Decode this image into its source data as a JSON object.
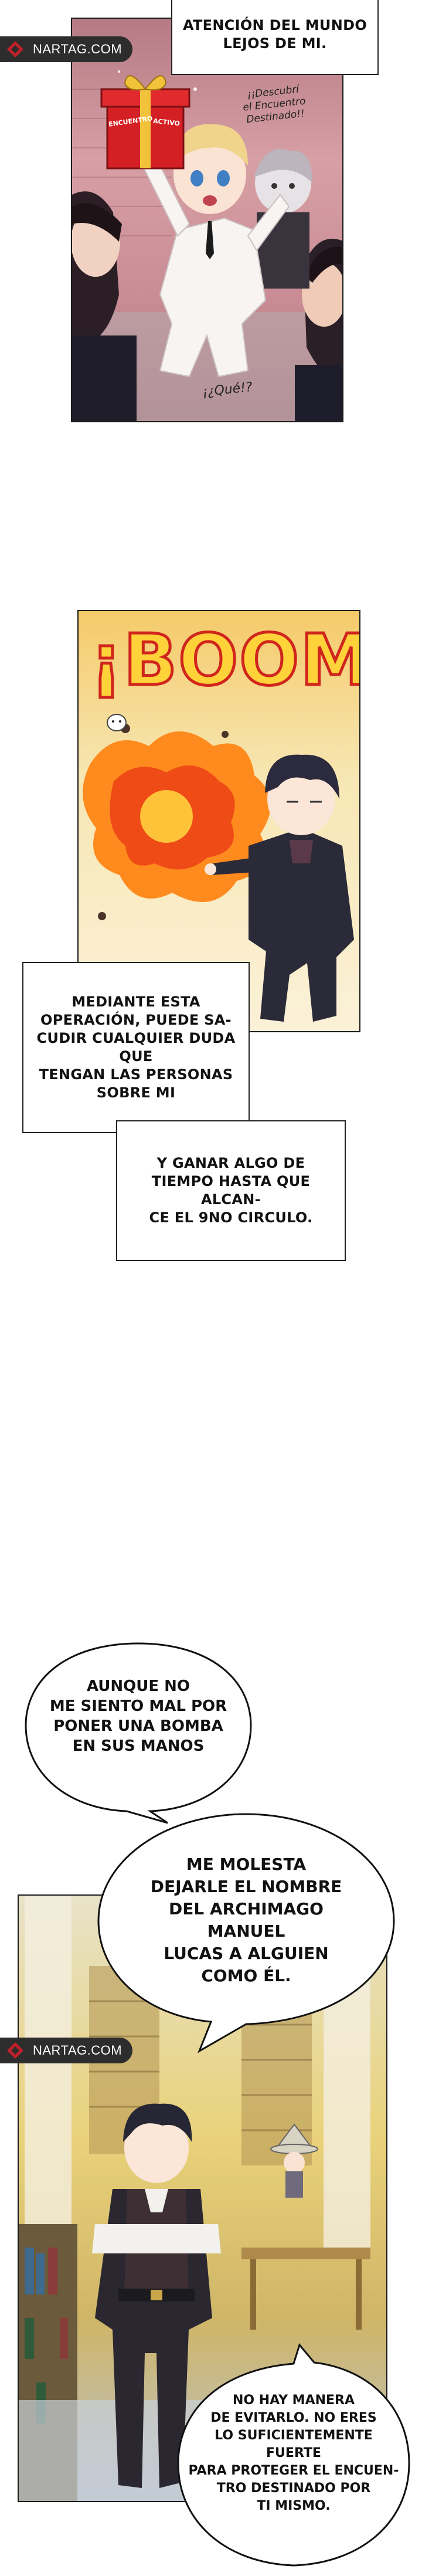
{
  "watermark": {
    "text": "NARTAG.COM"
  },
  "panel1": {
    "caption": "ATENCIÓN DEL MUNDO\nLEJOS DE MI.",
    "gift_label_left": "ENCUENTRO",
    "gift_label_right": "ACTIVO",
    "shout": "¡¡Descubrí\nel Encuentro\nDestinado!!",
    "reaction": "¡¿Qué!?"
  },
  "panel2": {
    "sfx": "¡BOOM!",
    "caption1": "MEDIANTE ESTA\nOPERACIÓN, PUEDE SA-\nCUDIR CUALQUIER DUDA QUE\nTENGAN LAS PERSONAS\nSOBRE MI",
    "caption2": "Y GANAR ALGO DE\nTIEMPO HASTA QUE ALCAN-\nCE EL 9NO CIRCULO."
  },
  "panel3": {
    "bubble1": "AUNQUE NO\nME SIENTO MAL POR\nPONER UNA BOMBA\nEN SUS MANOS",
    "bubble2": "ME MOLESTA\nDEJARLE EL NOMBRE\nDEL ARCHIMAGO MANUEL\nLUCAS A ALGUIEN\nCOMO ÉL.",
    "bubble3": "NO HAY MANERA\nDE EVITARLO. NO ERES\nLO SUFICIENTEMENTE FUERTE\nPARA PROTEGER EL ENCUEN-\nTRO DESTINADO POR\nTI MISMO."
  },
  "colors": {
    "watermark_bg": "#2d2d2d",
    "logo_red": "#c0202a",
    "boom_orange": "#ff8a1e",
    "gift_red": "#d41f24"
  }
}
